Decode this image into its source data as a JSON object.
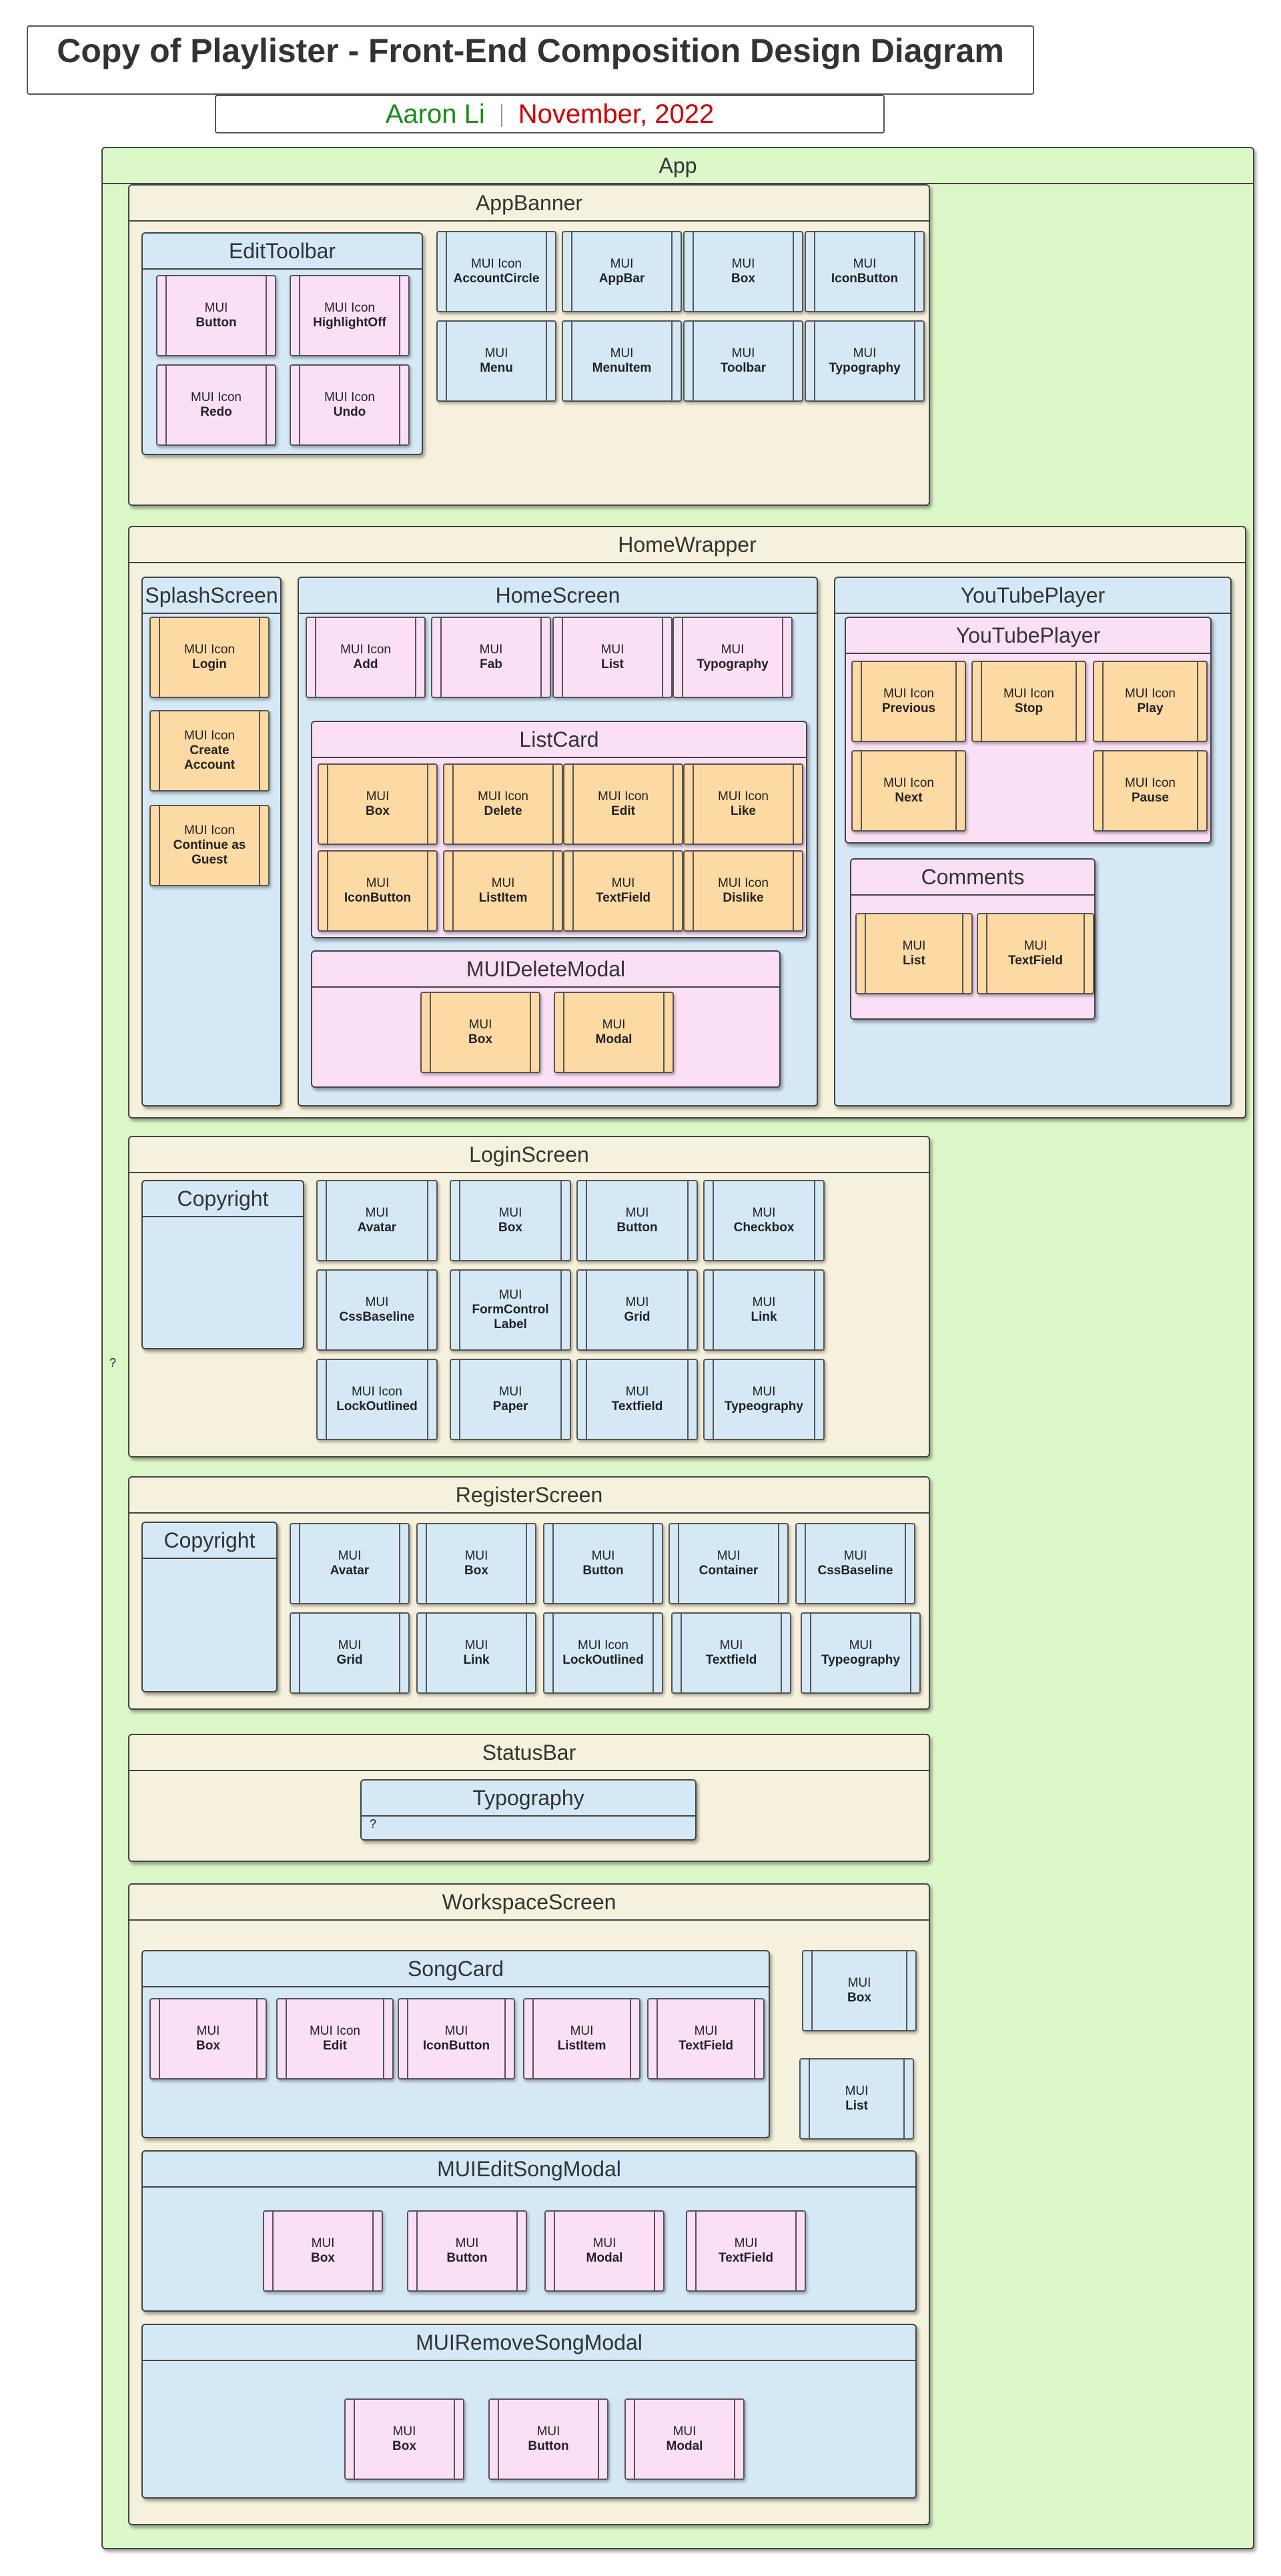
{
  "header": {
    "title": "Copy of Playlister - Front-End Composition Design Diagram",
    "author": "Aaron Li",
    "date": "November, 2022"
  },
  "frames": {
    "app": "App",
    "app_banner": "AppBanner",
    "edit_toolbar": "EditToolbar",
    "home_wrapper": "HomeWrapper",
    "splash_screen": "SplashScreen",
    "home_screen": "HomeScreen",
    "list_card": "ListCard",
    "mui_delete_modal": "MUIDeleteModal",
    "youtube_player_outer": "YouTubePlayer",
    "youtube_player_inner": "YouTubePlayer",
    "comments": "Comments",
    "login_screen": "LoginScreen",
    "login_copyright": "Copyright",
    "register_screen": "RegisterScreen",
    "register_copyright": "Copyright",
    "status_bar": "StatusBar",
    "typography": "Typography",
    "workspace_screen": "WorkspaceScreen",
    "song_card": "SongCard",
    "mui_edit_song_modal": "MUIEditSongModal",
    "mui_remove_song_modal": "MUIRemoveSongModal"
  },
  "marks": {
    "app_left": "?",
    "status_typography": "?"
  },
  "colors": {
    "app": "#dcf7c8",
    "cream": "#f6f1dc",
    "blue": "#d5e8f5",
    "pink": "#fbe0f5",
    "orange": "#fdd9a3",
    "author": "#1a8a1a",
    "date": "#cc0000"
  },
  "components": {
    "edit_toolbar": [
      {
        "kind": "MUI",
        "name": "Button"
      },
      {
        "kind": "MUI Icon",
        "name": "HighlightOff"
      },
      {
        "kind": "MUI Icon",
        "name": "Redo"
      },
      {
        "kind": "MUI Icon",
        "name": "Undo"
      }
    ],
    "app_banner": [
      {
        "kind": "MUI Icon",
        "name": "AccountCircle"
      },
      {
        "kind": "MUI",
        "name": "AppBar"
      },
      {
        "kind": "MUI",
        "name": "Box"
      },
      {
        "kind": "MUI",
        "name": "IconButton"
      },
      {
        "kind": "MUI",
        "name": "Menu"
      },
      {
        "kind": "MUI",
        "name": "MenuItem"
      },
      {
        "kind": "MUI",
        "name": "Toolbar"
      },
      {
        "kind": "MUI",
        "name": "Typography"
      }
    ],
    "splash_screen": [
      {
        "kind": "MUI Icon",
        "name": "Login"
      },
      {
        "kind": "MUI Icon",
        "name": "Create Account"
      },
      {
        "kind": "MUI Icon",
        "name": "Continue as Guest"
      }
    ],
    "home_screen": [
      {
        "kind": "MUI Icon",
        "name": "Add"
      },
      {
        "kind": "MUI",
        "name": "Fab"
      },
      {
        "kind": "MUI",
        "name": "List"
      },
      {
        "kind": "MUI",
        "name": "Typography"
      }
    ],
    "list_card": [
      {
        "kind": "MUI",
        "name": "Box"
      },
      {
        "kind": "MUI Icon",
        "name": "Delete"
      },
      {
        "kind": "MUI Icon",
        "name": "Edit"
      },
      {
        "kind": "MUI Icon",
        "name": "Like"
      },
      {
        "kind": "MUI",
        "name": "IconButton"
      },
      {
        "kind": "MUI",
        "name": "ListItem"
      },
      {
        "kind": "MUI",
        "name": "TextField"
      },
      {
        "kind": "MUI Icon",
        "name": "Dislike"
      }
    ],
    "mui_delete_modal": [
      {
        "kind": "MUI",
        "name": "Box"
      },
      {
        "kind": "MUI",
        "name": "Modal"
      }
    ],
    "youtube_player": [
      {
        "kind": "MUI Icon",
        "name": "Previous"
      },
      {
        "kind": "MUI Icon",
        "name": "Stop"
      },
      {
        "kind": "MUI Icon",
        "name": "Play"
      },
      {
        "kind": "MUI Icon",
        "name": "Next"
      },
      {
        "kind": "MUI Icon",
        "name": "Pause"
      }
    ],
    "comments": [
      {
        "kind": "MUI",
        "name": "List"
      },
      {
        "kind": "MUI",
        "name": "TextField"
      }
    ],
    "login_screen": [
      {
        "kind": "MUI",
        "name": "Avatar"
      },
      {
        "kind": "MUI",
        "name": "Box"
      },
      {
        "kind": "MUI",
        "name": "Button"
      },
      {
        "kind": "MUI",
        "name": "Checkbox"
      },
      {
        "kind": "MUI",
        "name": "CssBaseline"
      },
      {
        "kind": "MUI",
        "name": "FormControl Label"
      },
      {
        "kind": "MUI",
        "name": "Grid"
      },
      {
        "kind": "MUI",
        "name": "Link"
      },
      {
        "kind": "MUI Icon",
        "name": "LockOutlined"
      },
      {
        "kind": "MUI",
        "name": "Paper"
      },
      {
        "kind": "MUI",
        "name": "Textfield"
      },
      {
        "kind": "MUI",
        "name": "Typeography"
      }
    ],
    "register_screen": [
      {
        "kind": "MUI",
        "name": "Avatar"
      },
      {
        "kind": "MUI",
        "name": "Box"
      },
      {
        "kind": "MUI",
        "name": "Button"
      },
      {
        "kind": "MUI",
        "name": "Container"
      },
      {
        "kind": "MUI",
        "name": "CssBaseline"
      },
      {
        "kind": "MUI",
        "name": "Grid"
      },
      {
        "kind": "MUI",
        "name": "Link"
      },
      {
        "kind": "MUI Icon",
        "name": "LockOutlined"
      },
      {
        "kind": "MUI",
        "name": "Textfield"
      },
      {
        "kind": "MUI",
        "name": "Typeography"
      }
    ],
    "song_card": [
      {
        "kind": "MUI",
        "name": "Box"
      },
      {
        "kind": "MUI Icon",
        "name": "Edit"
      },
      {
        "kind": "MUI",
        "name": "IconButton"
      },
      {
        "kind": "MUI",
        "name": "ListItem"
      },
      {
        "kind": "MUI",
        "name": "TextField"
      }
    ],
    "workspace_screen": [
      {
        "kind": "MUI",
        "name": "Box"
      },
      {
        "kind": "MUI",
        "name": "List"
      }
    ],
    "mui_edit_song_modal": [
      {
        "kind": "MUI",
        "name": "Box"
      },
      {
        "kind": "MUI",
        "name": "Button"
      },
      {
        "kind": "MUI",
        "name": "Modal"
      },
      {
        "kind": "MUI",
        "name": "TextField"
      }
    ],
    "mui_remove_song_modal": [
      {
        "kind": "MUI",
        "name": "Box"
      },
      {
        "kind": "MUI",
        "name": "Button"
      },
      {
        "kind": "MUI",
        "name": "Modal"
      }
    ]
  }
}
